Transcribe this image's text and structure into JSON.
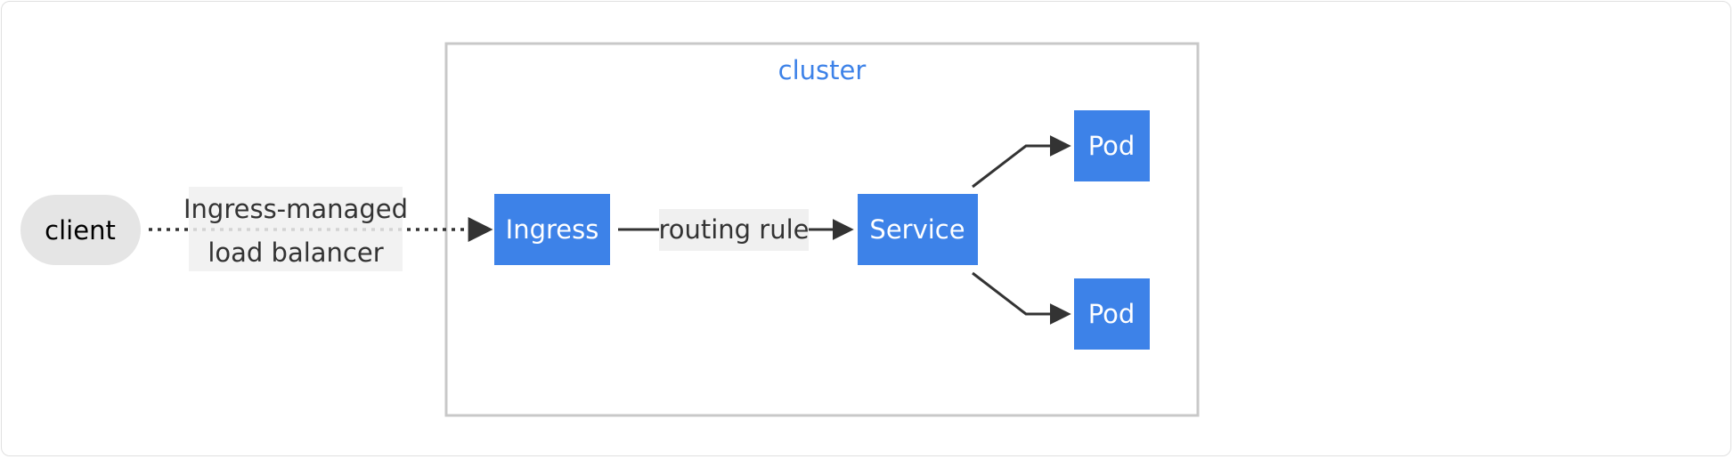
{
  "cluster": {
    "title": "cluster"
  },
  "nodes": {
    "client": "client",
    "ingress": "Ingress",
    "service": "Service",
    "pod_top": "Pod",
    "pod_bottom": "Pod"
  },
  "edges": {
    "client_to_ingress": {
      "line1": "Ingress-managed",
      "line2": "load balancer"
    },
    "ingress_to_service": "routing rule"
  },
  "colors": {
    "k8s_blue": "#3d82e8",
    "cluster_border": "#c8c8c8",
    "client_fill": "#e5e5e5",
    "edge_line": "#333333",
    "label_bg": "#f0f0f0",
    "cluster_title": "#3d82e8"
  }
}
